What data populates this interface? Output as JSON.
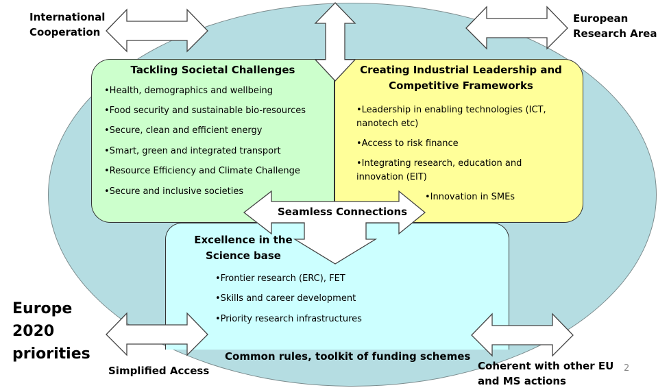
{
  "labels": {
    "international": "International Cooperation",
    "european": "European Research Area",
    "europe2020": "Europe 2020 priorities",
    "simplified": "Simplified Access",
    "coherent": "Coherent with other EU and MS actions",
    "seamless": "Seamless Connections",
    "common_rules": "Common rules, toolkit of funding schemes",
    "page_number": "2"
  },
  "societal": {
    "title": "Tackling Societal Challenges",
    "items": [
      "•Health, demographics and wellbeing",
      "•Food security and sustainable bio-resources",
      "•Secure, clean and efficient energy",
      "•Smart, green and integrated transport",
      "•Resource Efficiency and Climate Challenge",
      "•Secure and inclusive societies"
    ]
  },
  "industrial": {
    "title": "Creating Industrial Leadership and Competitive Frameworks",
    "items": [
      "•Leadership in enabling technologies (ICT, nanotech etc)",
      "•Access to risk finance",
      "•Integrating research, education and innovation (EIT)",
      "•Innovation in SMEs"
    ]
  },
  "science": {
    "title": "Excellence in the Science base",
    "items": [
      "•Frontier research (ERC), FET",
      "•Skills and career development",
      "•Priority research infrastructures"
    ]
  },
  "colors": {
    "ellipse": "#b5dde2",
    "societal_box": "#ccffcc",
    "industrial_box": "#ffff99",
    "science_box": "#ccffff"
  }
}
